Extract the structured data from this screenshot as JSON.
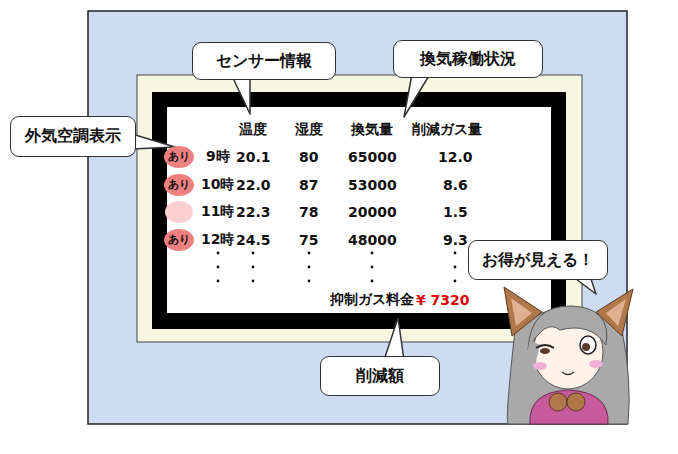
{
  "diagram": {
    "nodes": [
      {
        "text": [
          "センサー情報"
        ]
      },
      {
        "text": [
          "換気稼働状況"
        ]
      },
      {
        "text": [
          "外気空調表示"
        ]
      },
      {
        "text": [
          "あり"
        ]
      },
      {
        "text": [
          "あり"
        ]
      },
      {
        "text": [
          "あり"
        ]
      },
      {
        "text": [
          "お得が見える！"
        ]
      },
      {
        "text": [
          "削減額"
        ]
      }
    ],
    "labels": [
      "温度",
      "湿度",
      "換気量",
      "削減ガス量",
      "9時",
      "20.1",
      "80",
      "65000",
      "12.0",
      "10時",
      "22.0",
      "87",
      "53000",
      "8.6",
      "11時",
      "22.3",
      "78",
      "20000",
      "1.5",
      "12時",
      "24.5",
      "75",
      "48000",
      "9.3",
      "抑制ガス料金",
      "¥ 7320"
    ]
  }
}
